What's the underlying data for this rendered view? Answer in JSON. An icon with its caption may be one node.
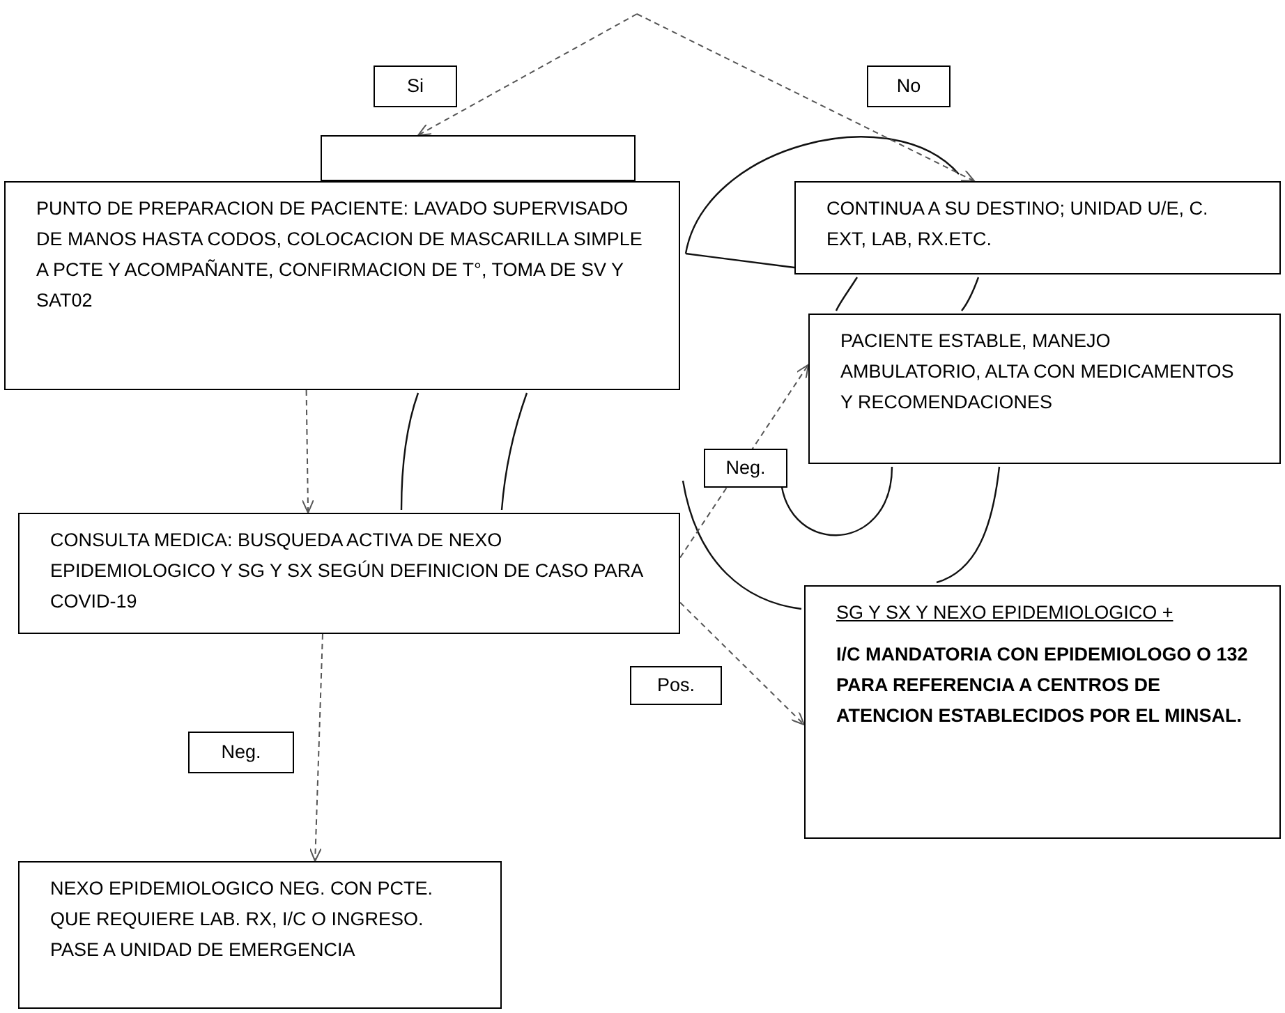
{
  "diagram": {
    "nodes": [
      {
        "text": [],
        "shape": "box"
      },
      {
        "text": [
          "PUNTO DE PREPARACION DE PACIENTE: LAVADO SUPERVISADO DE MANOS HASTA CODOS, COLOCACION DE MASCARILLA SIMPLE A PCTE Y ACOMPAÑANTE, CONFIRMACION DE T°, TOMA DE SV Y SAT02"
        ]
      },
      {
        "text": [
          "CONTINUA A SU DESTINO; UNIDAD U/E, C. EXT, LAB, RX.ETC."
        ]
      },
      {
        "text": [
          "PACIENTE ESTABLE, MANEJO AMBULATORIO, ALTA CON MEDICAMENTOS Y RECOMENDACIONES"
        ]
      },
      {
        "text": [
          "CONSULTA MEDICA: BUSQUEDA ACTIVA DE NEXO EPIDEMIOLOGICO Y SG Y SX SEGÚN DEFINICION DE CASO PARA COVID-19"
        ]
      },
      {
        "text": [
          "SG Y SX Y NEXO EPIDEMIOLOGICO +",
          "I/C MANDATORIA CON EPIDEMIOLOGO O 132 PARA REFERENCIA A CENTROS DE ATENCION ESTABLECIDOS POR EL MINSAL."
        ]
      },
      {
        "text": [
          "NEXO EPIDEMIOLOGICO NEG. CON PCTE. QUE REQUIERE LAB. RX, I/C O INGRESO. PASE A UNIDAD DE EMERGENCIA"
        ]
      }
    ],
    "edges": [
      {
        "from": null,
        "to": 0,
        "arrow": "to",
        "label": "Si",
        "style": "dashed"
      },
      {
        "from": null,
        "to": 2,
        "arrow": "to",
        "label": "No",
        "style": "dashed"
      },
      {
        "from": 1,
        "to": 4,
        "arrow": "to",
        "style": "dashed"
      },
      {
        "from": 4,
        "to": 3,
        "arrow": "to",
        "label": "Neg.",
        "style": "dashed"
      },
      {
        "from": 4,
        "to": 5,
        "arrow": "to",
        "label": "Pos.",
        "style": "dashed"
      },
      {
        "from": 4,
        "to": 6,
        "arrow": "to",
        "label": "Neg.",
        "style": "dashed"
      }
    ]
  }
}
